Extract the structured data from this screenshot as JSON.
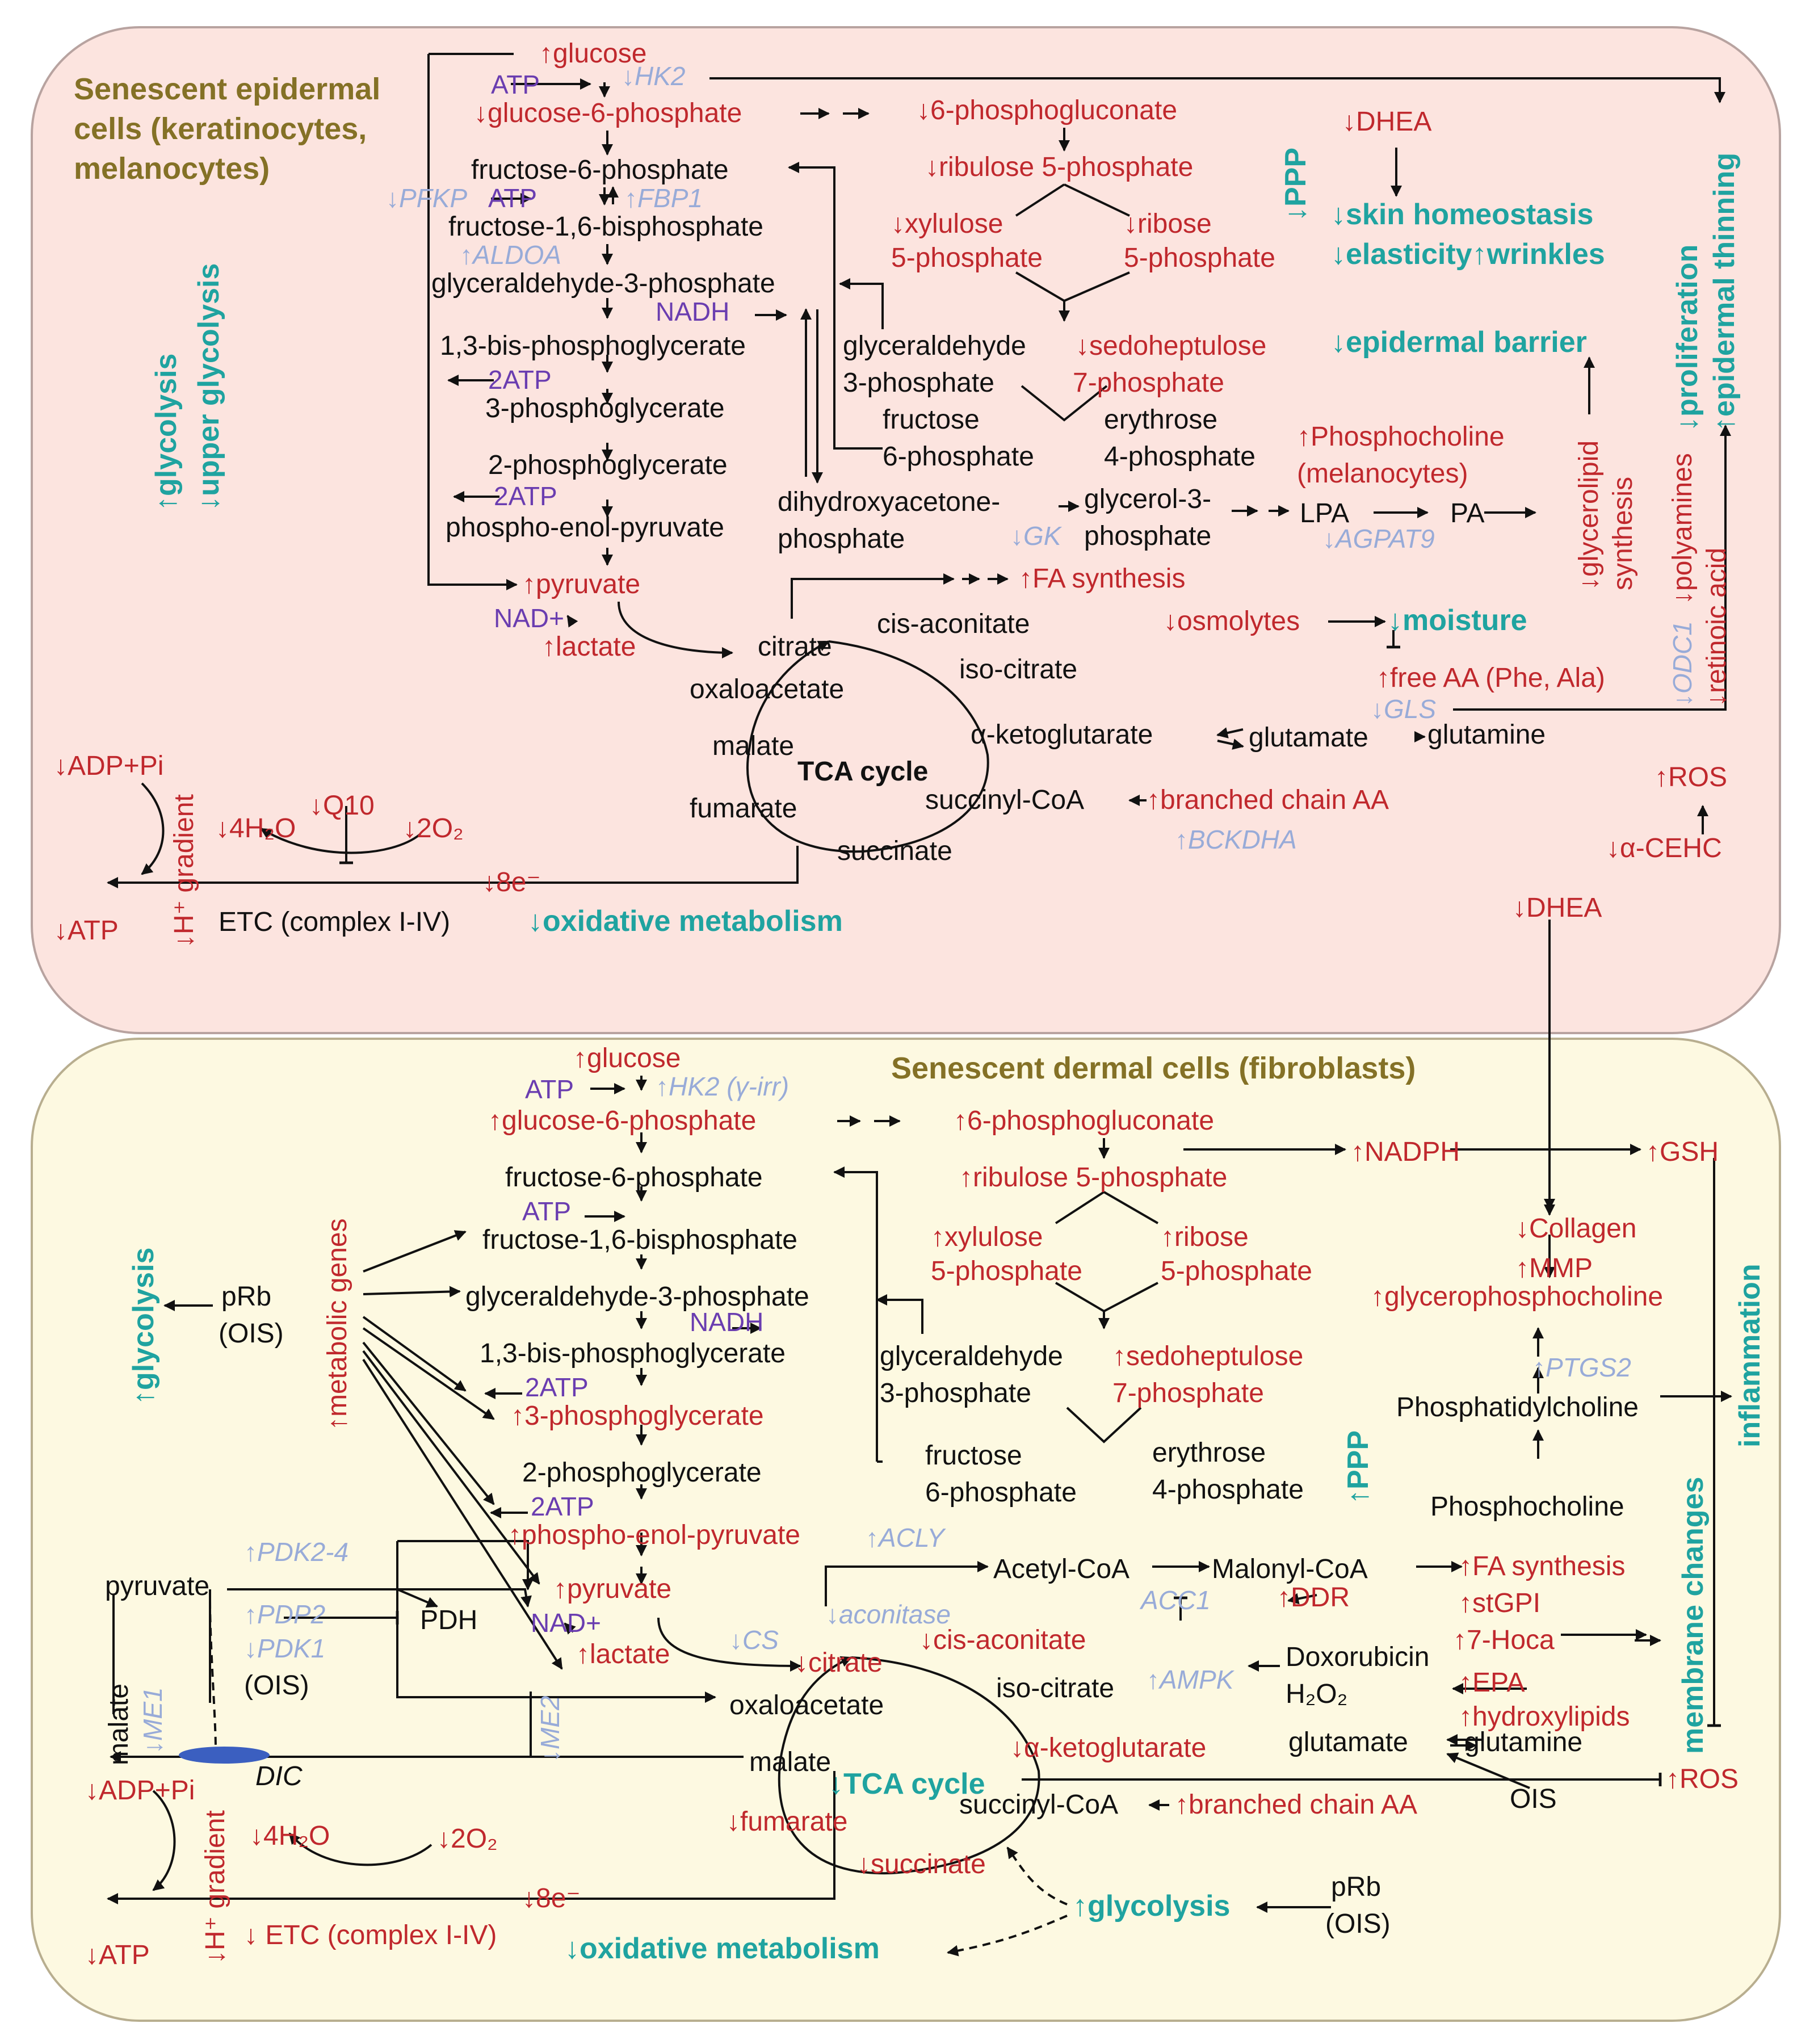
{
  "top": {
    "title": "Senescent epidermal cells (keratinocytes, melanocytes)",
    "title_lines": [
      "Senescent epidermal",
      "cells (keratinocytes,",
      "melanocytes)"
    ],
    "side_glycolysis": "↑glycolysis",
    "side_upper": "↓upper glycolysis",
    "glucose": "↑glucose",
    "atp": "ATP",
    "hk2": "↓HK2",
    "g6p": "↓glucose-6-phosphate",
    "f6p": "fructose-6-phosphate",
    "pfkp": "↓PFKP",
    "atp2": "ATP",
    "fbp1": "↑FBP1",
    "f16bp": "fructose-1,6-bisphosphate",
    "aldoa": "↑ALDOA",
    "g3p": "glyceraldehyde-3-phosphate",
    "nadh": "NADH",
    "bpg13": "1,3-bis-phosphoglycerate",
    "twoatp1": "2ATP",
    "pg3": "3-phosphoglycerate",
    "pg2": "2-phosphoglycerate",
    "twoatp2": "2ATP",
    "pep": "phospho-enol-pyruvate",
    "pyruvate": "↑pyruvate",
    "nad": "NAD+",
    "lactate": "↑lactate",
    "pg6": "↓6-phosphogluconate",
    "ru5p": "↓ribulose 5-phosphate",
    "xylulose": "↓xylulose",
    "x5p": "5-phosphate",
    "ribose": "↓ribose",
    "r5p": "5-phosphate",
    "ga3p_a": "glyceraldehyde",
    "ga3p_b": "3-phosphate",
    "sedo_a": "↓sedoheptulose",
    "sedo_b": "7-phosphate",
    "fru_a": "fructose",
    "fru_b": "6-phosphate",
    "ery_a": "erythrose",
    "ery_b": "4-phosphate",
    "ppp": "↓PPP",
    "dhea": "↓DHEA",
    "skin": "↓skin homeostasis",
    "elastic": "↓elasticity↑wrinkles",
    "barrier": "↓epidermal barrier",
    "prolif": "↓proliferation",
    "thinning": "↑epidermal thinning",
    "phosphocholine": "↑Phosphocholine",
    "melanocytes": "(melanocytes)",
    "dhap_a": "dihydroxyacetone-",
    "dhap_b": "phosphate",
    "gk": "↓GK",
    "gly3p_a": "glycerol-3-",
    "gly3p_b": "phosphate",
    "lpa": "LPA",
    "pa": "PA",
    "agpat9": "↓AGPAT9",
    "glycerolipid": "↓glycerolipid",
    "synthesis": "synthesis",
    "polyamines": "↓polyamines",
    "odc1": "↓ODC1",
    "retinoic": "↓retinoic acid",
    "fa_synth": "↑FA synthesis",
    "citrate": "citrate",
    "cisacon": "cis-aconitate",
    "isocit": "iso-citrate",
    "oaa": "oxaloacetate",
    "akg": "α-ketoglutarate",
    "malate": "malate",
    "tca": "TCA cycle",
    "fumarate": "fumarate",
    "succoa": "succinyl-CoA",
    "succinate": "succinate",
    "bcaa": "↑branched chain AA",
    "bckdha": "↑BCKDHA",
    "osmolytes": "↓osmolytes",
    "moisture": "↓moisture",
    "freeaa": "↑free AA (Phe, Ala)",
    "gls": "↓GLS",
    "glutamate": "glutamate",
    "glutamine": "glutamine",
    "ros": "↑ROS",
    "cehc": "↓α-CEHC",
    "dhea2": "↓DHEA",
    "adp": "↓ADP+Pi",
    "atp_out": "↓ATP",
    "h2o": "↓4H₂O",
    "q10": "↓Q10",
    "o2": "↓2O₂",
    "e8": "↓8e⁻",
    "hgrad": "↓H⁺ gradient",
    "etc": "ETC (complex I-IV)",
    "oxmet": "↓oxidative metabolism"
  },
  "bottom": {
    "title": "Senescent dermal cells (fibroblasts)",
    "side_glycolysis": "↑glycolysis",
    "prb": "pRb",
    "ois": "(OIS)",
    "metgenes": "↑metabolic genes",
    "glucose": "↑glucose",
    "atp": "ATP",
    "hk2": "↑HK2 (γ-irr)",
    "g6p": "↑glucose-6-phosphate",
    "f6p": "fructose-6-phosphate",
    "atp2": "ATP",
    "f16bp": "fructose-1,6-bisphosphate",
    "g3p": "glyceraldehyde-3-phosphate",
    "nadh": "NADH",
    "bpg13": "1,3-bis-phosphoglycerate",
    "twoatp1": "2ATP",
    "pg3": "↑3-phosphoglycerate",
    "pg2": "2-phosphoglycerate",
    "twoatp2": "2ATP",
    "pep": "↑phospho-enol-pyruvate",
    "acly": "↑ACLY",
    "pyruvate": "↑pyruvate",
    "nad": "NAD+",
    "lactate": "↑lactate",
    "cs": "↓CS",
    "pdk24": "↑PDK2-4",
    "pyr_left": "pyruvate",
    "pdh": "PDH",
    "pdp2": "↑PDP2",
    "pdk1": "↓PDK1",
    "ois2": "(OIS)",
    "malate_left": "malate",
    "me1": "↓ME1",
    "me2": "↓ME2",
    "dic": "DIC",
    "pg6": "↑6-phosphogluconate",
    "ru5p": "↑ribulose 5-phosphate",
    "xylulose": "↑xylulose",
    "x5p": "5-phosphate",
    "ribose": "↑ribose",
    "r5p": "5-phosphate",
    "nadph": "↑NADPH",
    "gsh": "↑GSH",
    "collagen": "↓Collagen",
    "mmp": "↑MMP",
    "gpc": "↑glycerophosphocholine",
    "ga3p_a": "glyceraldehyde",
    "ga3p_b": "3-phosphate",
    "sedo_a": "↑sedoheptulose",
    "sedo_b": "7-phosphate",
    "fru_a": "fructose",
    "fru_b": "6-phosphate",
    "ery_a": "erythrose",
    "ery_b": "4-phosphate",
    "ppp": "↑PPP",
    "ptgs2": "↑PTGS2",
    "pc": "Phosphatidylcholine",
    "phosphocholine": "Phosphocholine",
    "inflammation": "inflammation",
    "membrane": "membrane changes",
    "acetylcoa": "Acetyl-CoA",
    "malonylcoa": "Malonyl-CoA",
    "fa_synth": "↑FA synthesis",
    "acc1": "ACC1",
    "ddr": "↑DDR",
    "stgpi": "↑stGPI",
    "hoca": "↑7-Hoca",
    "epa": "↑EPA",
    "hydroxy": "↑hydroxylipids",
    "aconitase": "↓aconitase",
    "citrate": "↓citrate",
    "cisacon": "↓cis-aconitate",
    "isocit": "iso-citrate",
    "ampk": "↑AMPK",
    "doxo": "Doxorubicin",
    "h2o2": "H₂O₂",
    "oaa": "oxaloacetate",
    "malate": "malate",
    "akg": "↓α-ketoglutarate",
    "glutamate": "glutamate",
    "glutamine": "glutamine",
    "tca": "↓TCA cycle",
    "ros": "↑ROS",
    "ois3": "OIS",
    "fumarate": "↓fumarate",
    "succoa": "succinyl-CoA",
    "bcaa": "↑branched chain AA",
    "succinate": "↓succinate",
    "glyc2": "↑glycolysis",
    "prb2": "pRb",
    "ois4": "(OIS)",
    "adp": "↓ADP+Pi",
    "atp_out": "↓ATP",
    "h2o": "↓4H₂O",
    "o2": "↓2O₂",
    "e8": "↓8e⁻",
    "hgrad": "↓H⁺ gradient",
    "etc": "↓ ETC (complex I-IV)",
    "oxmet": "↓oxidative metabolism"
  },
  "colors": {
    "top_panel": "#fce4df",
    "bottom_panel": "#fdf9e1",
    "red": "#c0282d",
    "teal": "#1fa3a0",
    "purple": "#6a3db0",
    "enzyme": "#98abd8",
    "olive": "#847126"
  }
}
